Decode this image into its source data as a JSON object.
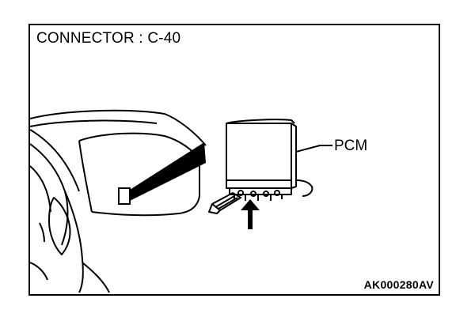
{
  "diagram": {
    "title": "CONNECTOR : C-40",
    "pcm_label": "PCM",
    "figure_code": "AK000280AV"
  }
}
